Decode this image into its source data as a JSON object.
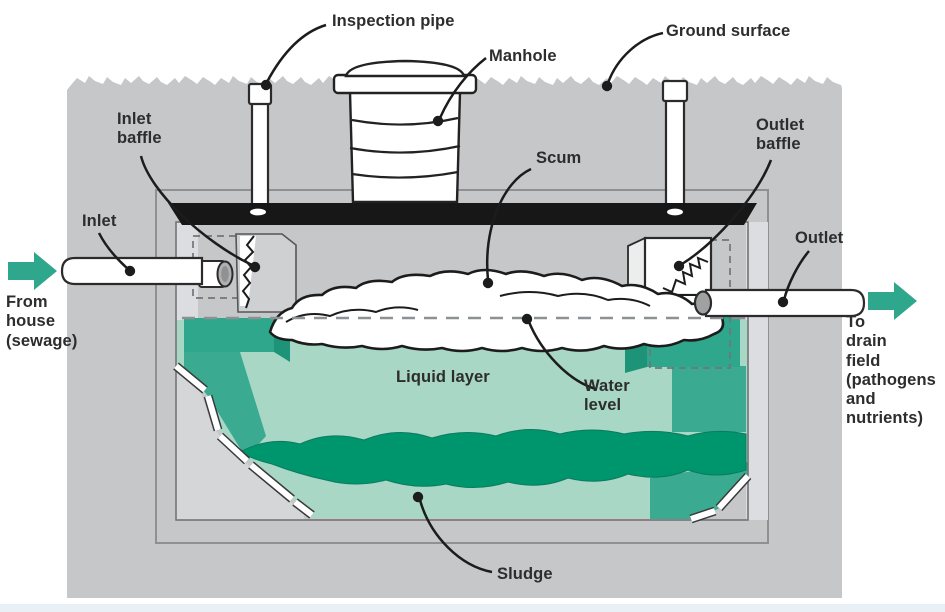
{
  "labels": {
    "inspection_pipe": "Inspection pipe",
    "manhole": "Manhole",
    "ground_surface": "Ground surface",
    "inlet_baffle": "Inlet\nbaffle",
    "outlet_baffle": "Outlet\nbaffle",
    "scum": "Scum",
    "inlet": "Inlet",
    "outlet": "Outlet",
    "from_house": "From\nhouse\n(sewage)",
    "to_drain_field": "To\ndrain\nfield\n(pathogens\nand\nnutrients)",
    "liquid_layer": "Liquid layer",
    "water_level": "Water\nlevel",
    "sludge": "Sludge"
  },
  "colors": {
    "ground": "#c6c7c9",
    "wall_light": "#dcdde0",
    "panel_light": "#d5d6d8",
    "liquid": "#a8d7c6",
    "sludge_band": "#00966d",
    "teal_block": "#2fa78c",
    "teal_dark": "#1d9478",
    "teal_mid": "#3aab90",
    "arrow": "#2fa78c",
    "tank_lid": "#171717",
    "footer_strip": "#e9f1f7"
  }
}
